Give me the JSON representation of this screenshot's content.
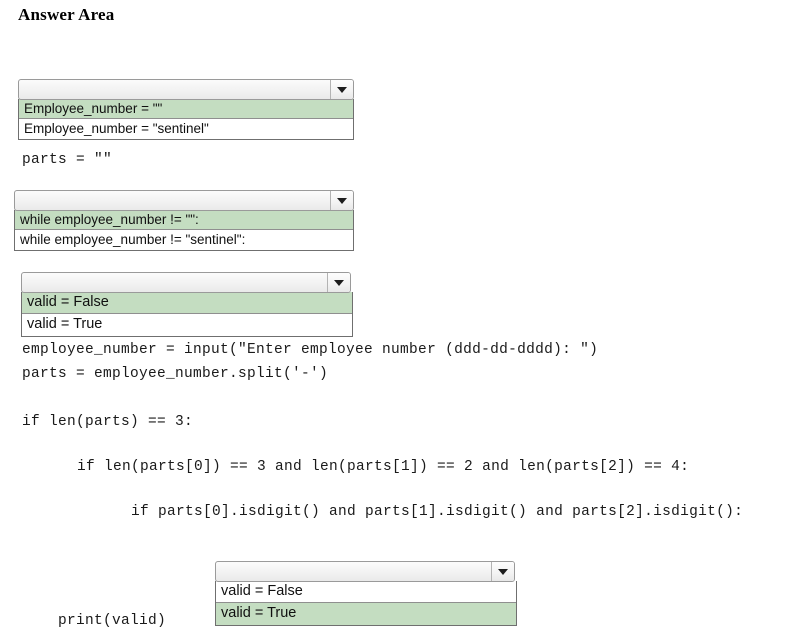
{
  "page": {
    "title": "Answer Area"
  },
  "dropdowns": [
    {
      "name": "dropdown-employee-number-init",
      "value": "",
      "options": [
        {
          "label": "Employee_number = \"\"",
          "selected": true
        },
        {
          "label": "Employee_number = \"sentinel\"",
          "selected": false
        }
      ]
    },
    {
      "name": "dropdown-while-condition",
      "value": "",
      "options": [
        {
          "label": "while employee_number != \"\":",
          "selected": true
        },
        {
          "label": "while employee_number != \"sentinel\":",
          "selected": false
        }
      ]
    },
    {
      "name": "dropdown-valid-init",
      "value": "",
      "options": [
        {
          "label": "valid = False",
          "selected": true
        },
        {
          "label": "valid = True",
          "selected": false
        }
      ]
    },
    {
      "name": "dropdown-valid-assign",
      "value": "",
      "options": [
        {
          "label": "valid = False",
          "selected": false
        },
        {
          "label": "valid = True",
          "selected": true
        }
      ]
    }
  ],
  "code": {
    "line_parts_init": "parts = \"\"",
    "line_input": "employee_number = input(\"Enter employee number (ddd-dd-dddd): \")",
    "line_split": "parts = employee_number.split('-')",
    "line_if_len": "if len(parts) == 3:",
    "line_if_lens": "if len(parts[0]) == 3 and len(parts[1]) == 2 and len(parts[2]) == 4:",
    "line_if_isdigit": "if parts[0].isdigit() and parts[1].isdigit() and parts[2].isdigit():",
    "line_print": "print(valid)"
  },
  "colors": {
    "selected_highlight": "#c4ddc1",
    "border": "#6f6f6f",
    "text": "#101010"
  },
  "icons": {
    "dropdown_arrow": "chevron-down-icon"
  }
}
